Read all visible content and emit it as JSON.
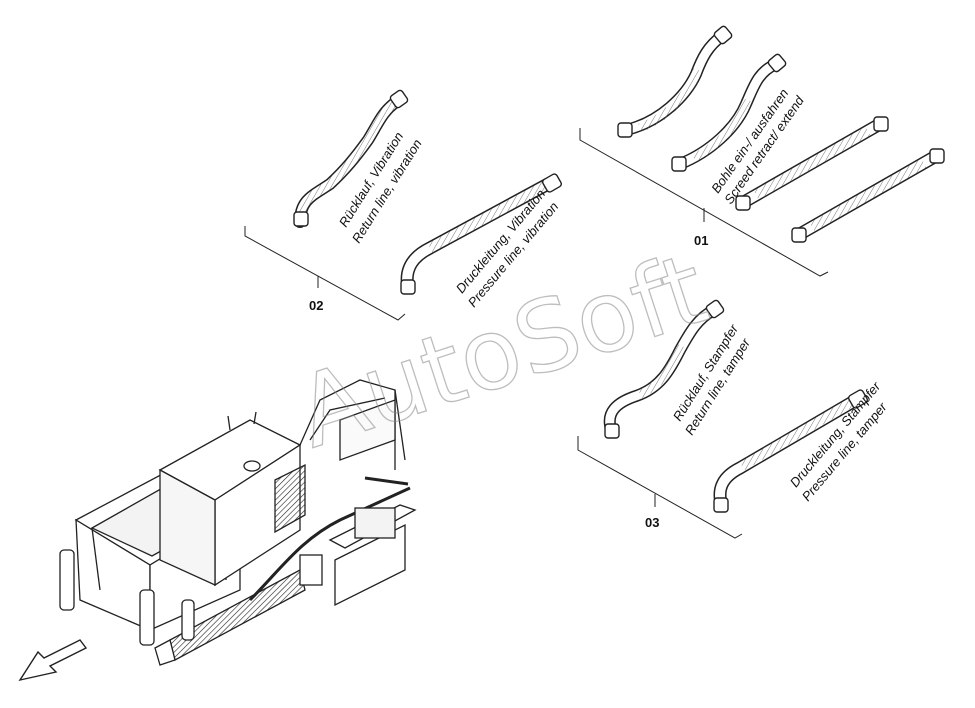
{
  "watermark": "AutoSoft",
  "groups": {
    "g01": {
      "number": "01",
      "label_de": "Bohle ein-/ ausfahren",
      "label_en": "Screed retract/ extend"
    },
    "g02": {
      "number": "02",
      "label1_de": "Rücklauf, Vibration",
      "label1_en": "Return line, vibration",
      "label2_de": "Druckleitung, Vibration",
      "label2_en": "Pressure line, vibration"
    },
    "g03": {
      "number": "03",
      "label1_de": "Rücklauf, Stampfer",
      "label1_en": "Return line, tamper",
      "label2_de": "Druckleitung, Stampfer",
      "label2_en": "Pressure line, tamper"
    }
  }
}
